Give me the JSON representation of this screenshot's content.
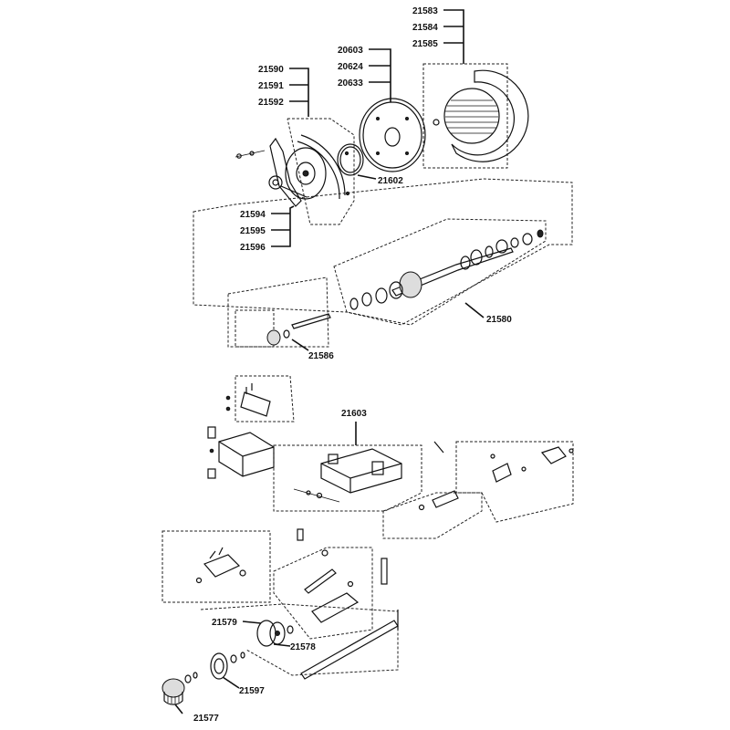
{
  "labels": {
    "group_top": [
      "21583",
      "21584",
      "21585"
    ],
    "group_disc": [
      "20603",
      "20624",
      "20633"
    ],
    "group_guard": [
      "21590",
      "21591",
      "21592"
    ],
    "ring": "21602",
    "group_arm": [
      "21594",
      "21595",
      "21596"
    ],
    "shaft": "21580",
    "bushing": "21586",
    "carriage": "21603",
    "part_21579": "21579",
    "part_21578": "21578",
    "part_21597": "21597",
    "knob": "21577"
  }
}
